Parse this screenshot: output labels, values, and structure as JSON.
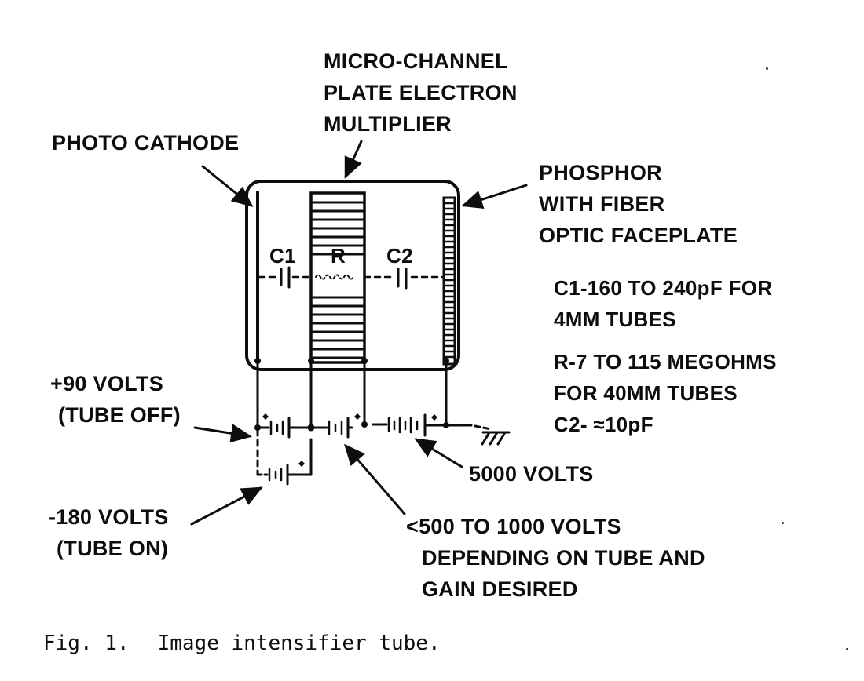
{
  "labels": {
    "mcp": [
      "MICRO-CHANNEL",
      "PLATE ELECTRON",
      "MULTIPLIER"
    ],
    "photo_cathode": "PHOTO CATHODE",
    "phosphor": [
      "PHOSPHOR",
      "WITH FIBER",
      "OPTIC FACEPLATE"
    ],
    "c1": "C1",
    "r": "R",
    "c2": "C2",
    "specs": [
      "C1-160 TO 240pF FOR",
      "4MM TUBES",
      "R-7 TO 115 MEGOHMS",
      "FOR 40MM TUBES",
      "C2- ≈10pF"
    ],
    "plus90": [
      "+90 VOLTS",
      "(TUBE OFF)"
    ],
    "minus180": [
      "-180 VOLTS",
      "(TUBE ON)"
    ],
    "v5000": "5000 VOLTS",
    "v500": [
      "<500 TO 1000 VOLTS",
      "DEPENDING ON TUBE AND",
      "GAIN DESIRED"
    ]
  },
  "caption": {
    "number": "Fig. 1.",
    "text": "Image intensifier tube."
  },
  "colors": {
    "ink": "#0d0d0d",
    "paper": "#ffffff"
  }
}
